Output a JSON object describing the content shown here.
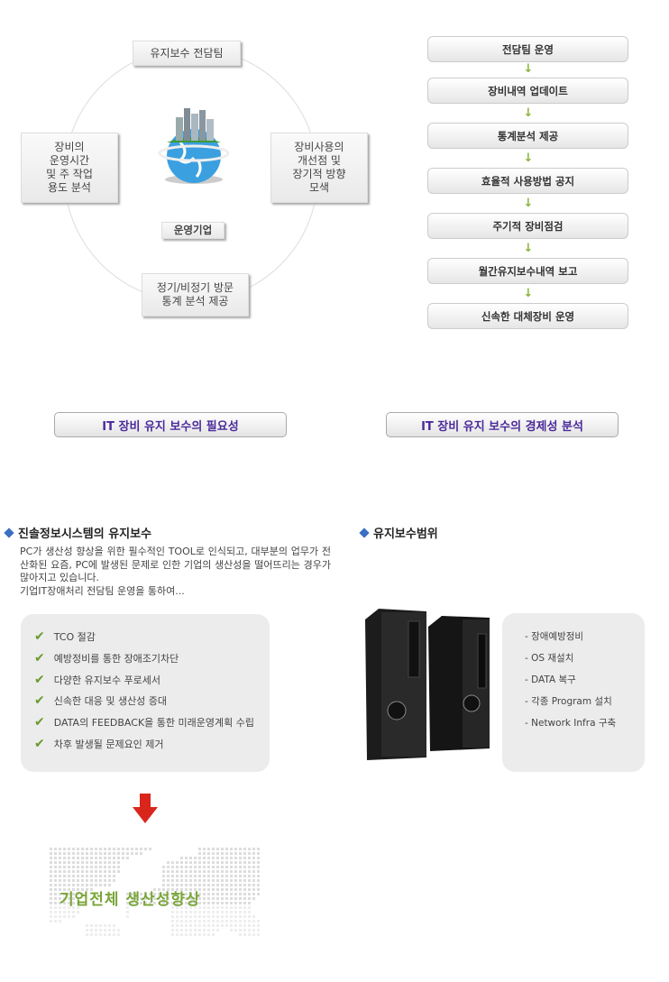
{
  "cycle_diagram": {
    "top": "유지보수 전담팀",
    "left": "장비의\n운영시간\n및 주 작업\n용도 분석",
    "right": "장비사용의\n개선점 및\n장기적 방향\n모색",
    "bottom": "정기/비정기 방문\n통계 분석 제공",
    "center_label": "운영기업"
  },
  "flow_steps": [
    "전담팀 운영",
    "장비내역 업데이트",
    "통계분석 제공",
    "효율적 사용방법 공지",
    "주기적 장비점검",
    "월간유지보수내역 보고",
    "신속한 대체장비 운영"
  ],
  "buttons": {
    "necessity": "IT 장비 유지 보수의 필요성",
    "economics": "IT 장비 유지 보수의 경제성 분석"
  },
  "left_section": {
    "title": "진솔정보시스템의 유지보수",
    "paragraph": "PC가 생산성 향상을 위한 필수적인 TOOL로 인식되고, 대부분의 업무가 전산화된 요즘, PC에 발생된 문제로 인한 기업의 생산성을 떨어뜨리는 경우가 많아지고 있습니다.",
    "paragraph2": "기업IT장애처리 전담팀 운영을 통하여...",
    "benefits": [
      "TCO 절감",
      "예방정비를 통한 장애조기차단",
      "다양한 유지보수 푸로세서",
      "신속한 대응 및 생산성 증대",
      "DATA의 FEEDBACK을 통한 미래운영계획 수립",
      "차후 발생될 문제요인 제거"
    ],
    "result": "기업전체 생산성향상",
    "colors": {
      "result": "#7aa63a",
      "arrow": "#d9261c"
    }
  },
  "right_section": {
    "title": "유지보수범위",
    "scope": [
      "- 장애예방정비",
      "- OS 재설치",
      "- DATA 복구",
      "- 각종 Program 설치",
      "- Network Infra 구축"
    ]
  }
}
